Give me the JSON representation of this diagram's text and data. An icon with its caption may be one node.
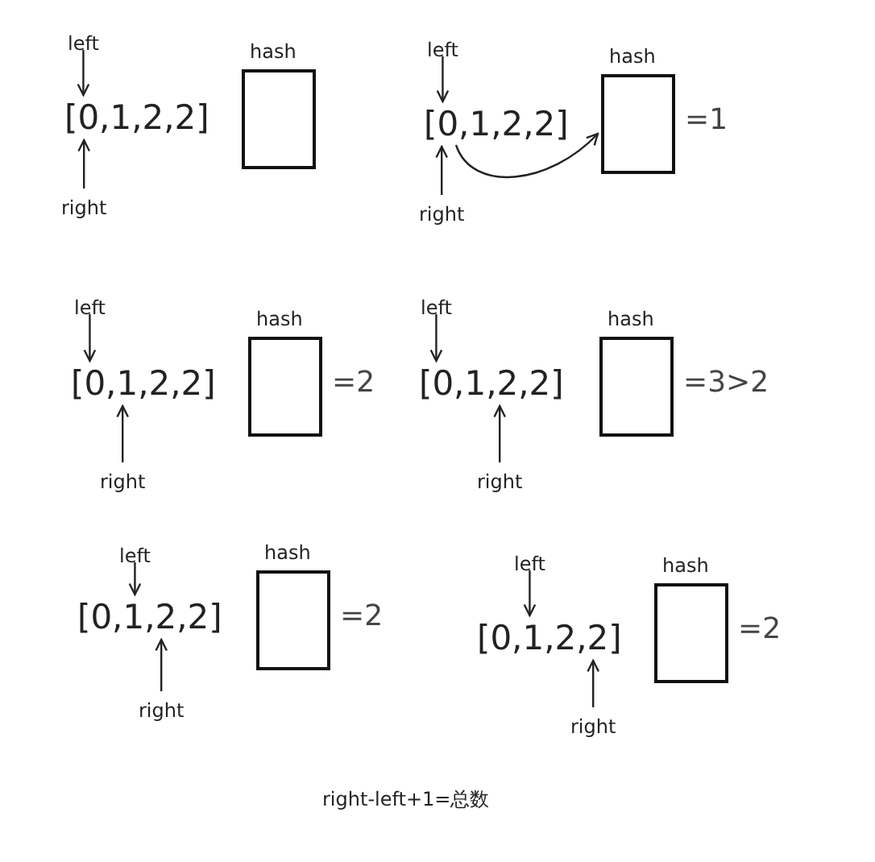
{
  "diagram": {
    "caption": "right-left+1=总数",
    "nodes": [
      {
        "text": [
          "left"
        ]
      },
      {
        "text": [
          "[0,1,2,2]"
        ]
      },
      {
        "text": [
          "right"
        ]
      },
      {
        "text": [
          "hash"
        ]
      },
      {
        "text": [
          "left"
        ]
      },
      {
        "text": [
          "[0,1,2,2]"
        ]
      },
      {
        "text": [
          "right"
        ]
      },
      {
        "text": [
          "hash"
        ],
        "beside": [
          "=1"
        ]
      },
      {
        "text": [
          "left"
        ]
      },
      {
        "text": [
          "[0,1,2,2]"
        ]
      },
      {
        "text": [
          "right"
        ]
      },
      {
        "text": [
          "hash"
        ],
        "beside": [
          "=2"
        ]
      },
      {
        "text": [
          "left"
        ]
      },
      {
        "text": [
          "[0,1,2,2]"
        ]
      },
      {
        "text": [
          "right"
        ]
      },
      {
        "text": [
          "hash"
        ],
        "beside": [
          "=3>2"
        ]
      },
      {
        "text": [
          "left"
        ]
      },
      {
        "text": [
          "[0,1,2,2]"
        ]
      },
      {
        "text": [
          "right"
        ]
      },
      {
        "text": [
          "hash"
        ],
        "beside": [
          "=2"
        ]
      },
      {
        "text": [
          "left"
        ]
      },
      {
        "text": [
          "[0,1,2,2]"
        ]
      },
      {
        "text": [
          "right"
        ]
      },
      {
        "text": [
          "hash"
        ],
        "beside": [
          "=2"
        ]
      }
    ],
    "edges": [
      {
        "from": 0,
        "to": 1,
        "arrow": "to"
      },
      {
        "from": 2,
        "to": 1,
        "arrow": "to"
      },
      {
        "from": 4,
        "to": 5,
        "arrow": "to"
      },
      {
        "from": 6,
        "to": 5,
        "arrow": "to"
      },
      {
        "from": 5,
        "to": 7,
        "arrow": "to"
      },
      {
        "from": 8,
        "to": 9,
        "arrow": "to"
      },
      {
        "from": 10,
        "to": 9,
        "arrow": "to"
      },
      {
        "from": 12,
        "to": 13,
        "arrow": "to"
      },
      {
        "from": 14,
        "to": 13,
        "arrow": "to"
      },
      {
        "from": 16,
        "to": 17,
        "arrow": "to"
      },
      {
        "from": 18,
        "to": 17,
        "arrow": "to"
      },
      {
        "from": 20,
        "to": 21,
        "arrow": "to"
      },
      {
        "from": 22,
        "to": 21,
        "arrow": "to"
      }
    ]
  }
}
